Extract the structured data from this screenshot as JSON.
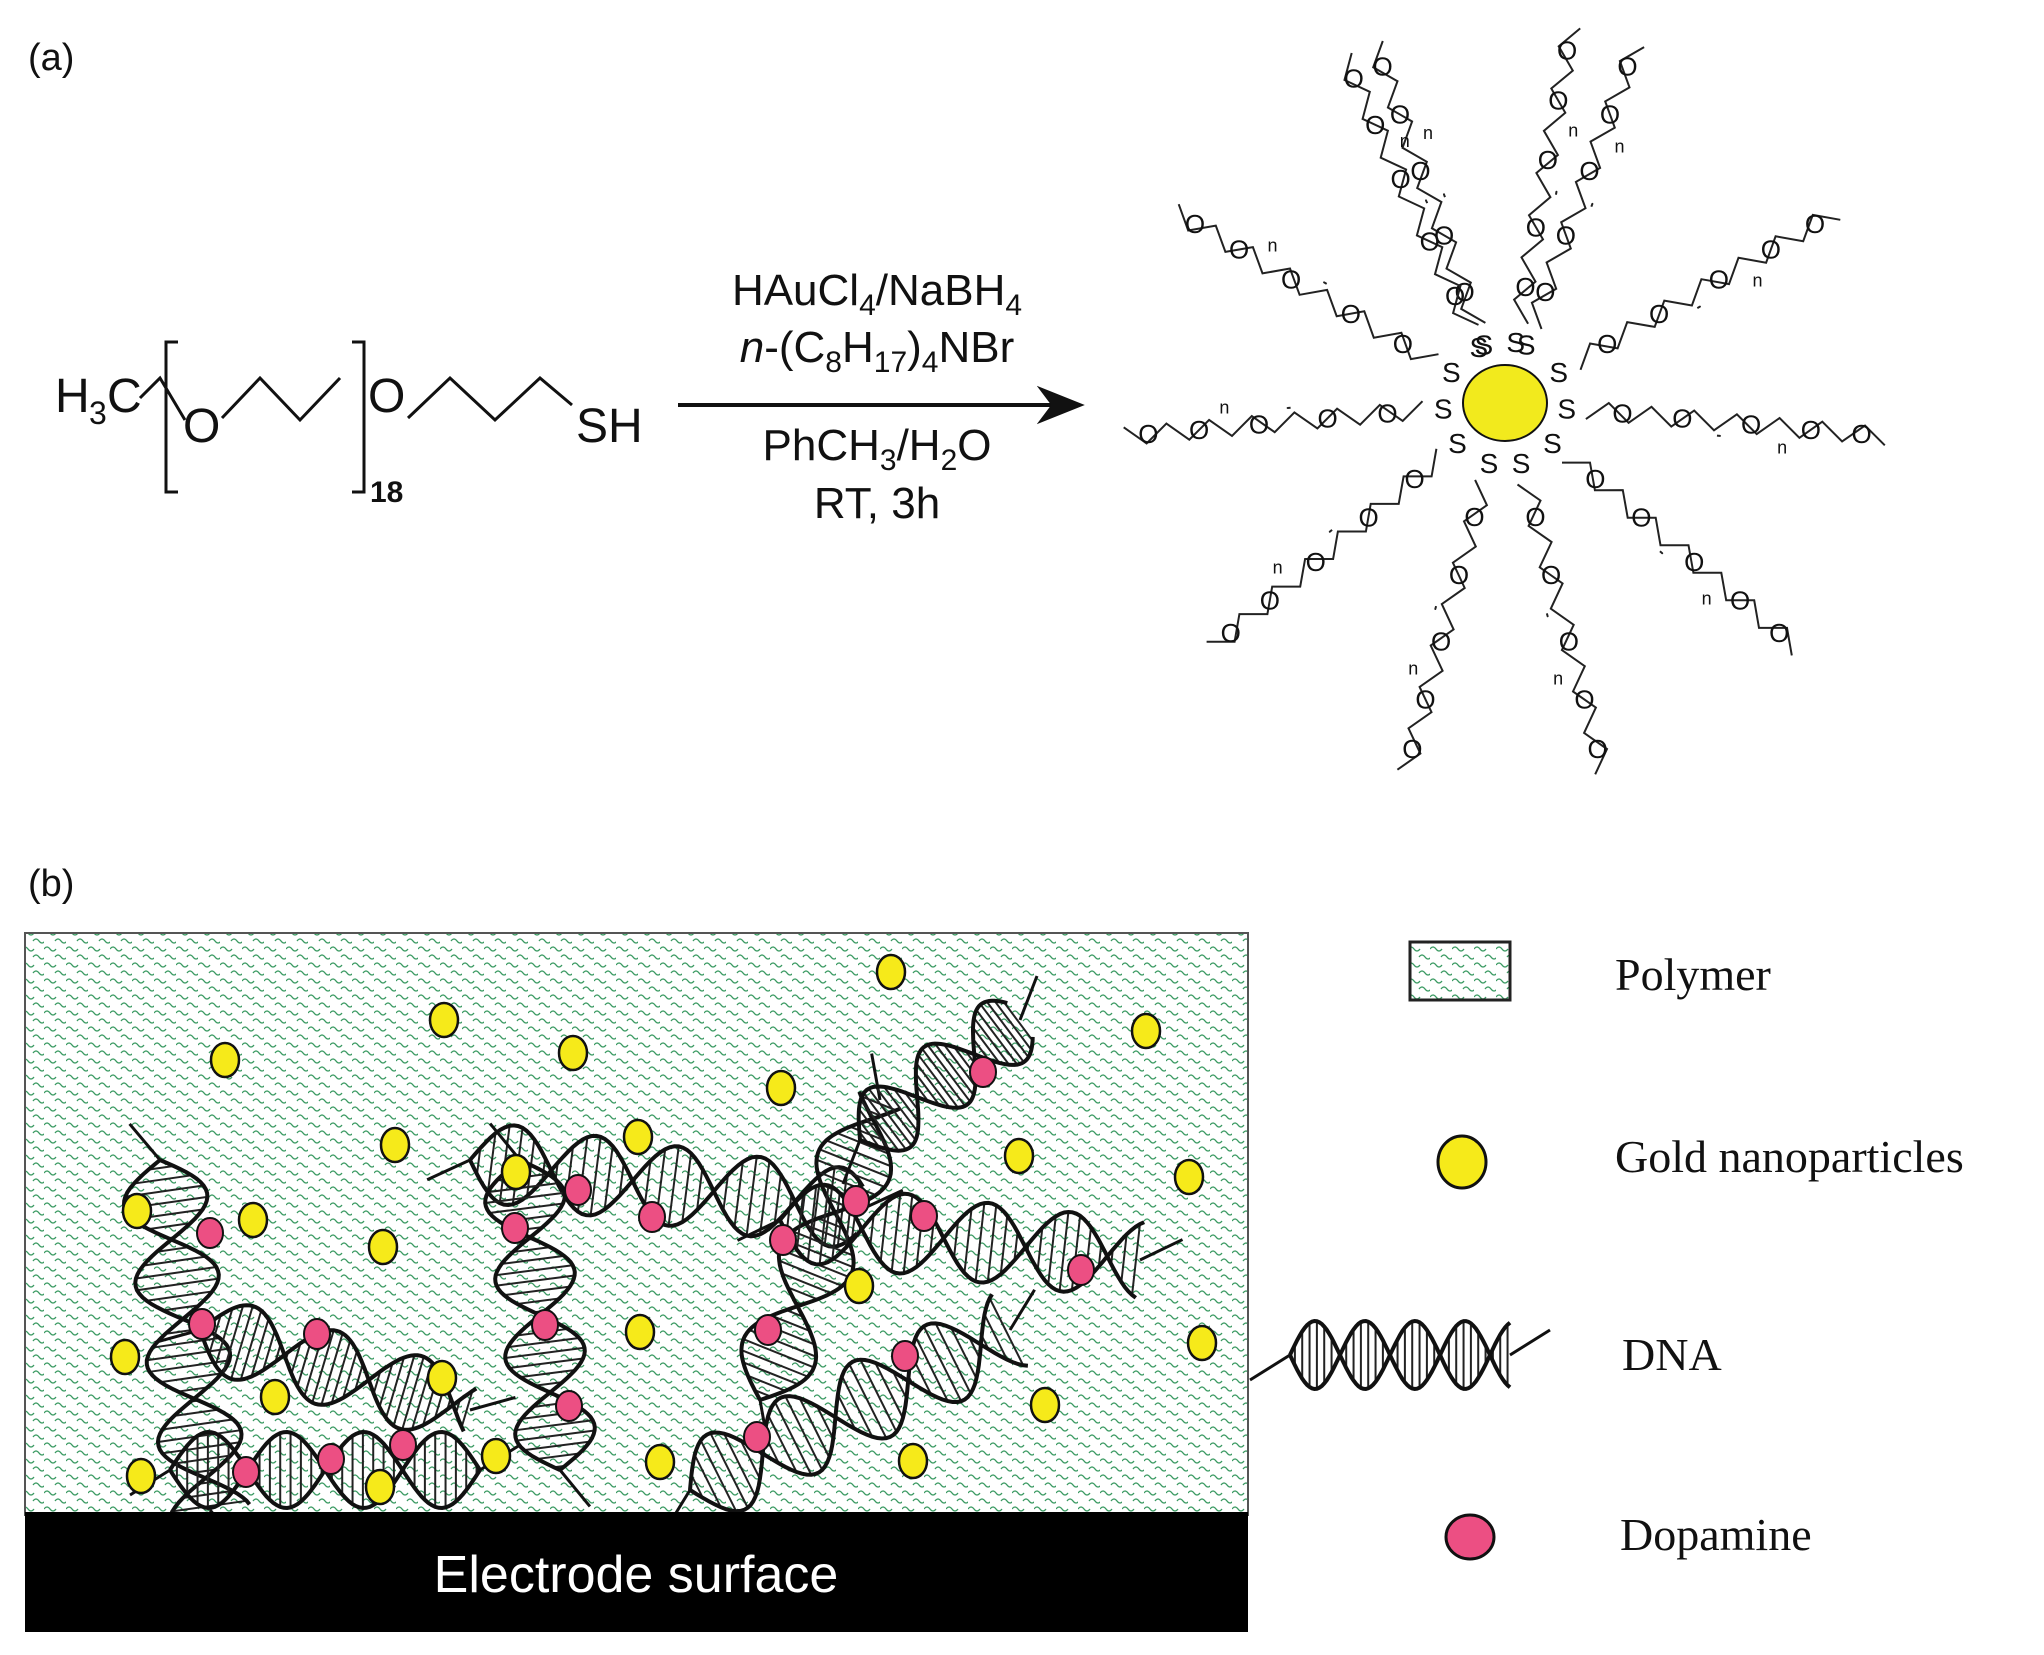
{
  "panel_a": {
    "label": "(a)",
    "reactant": {
      "h3c_main": "H",
      "h3c_sub": "3",
      "h3c_tail": "C",
      "o1": "O",
      "o2": "O",
      "sh": "SH",
      "repeat_n": "18"
    },
    "conditions": {
      "line1": [
        "HAuCl",
        "4",
        "/NaBH",
        "4"
      ],
      "line2": [
        "n",
        "-(C",
        "8",
        "H",
        "17",
        ")",
        "4",
        "NBr"
      ],
      "line3": [
        "PhCH",
        "3",
        "/H",
        "2",
        "O"
      ],
      "line4": "RT, 3h"
    },
    "product": {
      "core_color": "#F2EA1D",
      "sulfur_label": "S",
      "oxygen_label": "O",
      "repeat_label": "n"
    }
  },
  "panel_b": {
    "label": "(b)",
    "electrode_label": "Electrode surface",
    "legend": [
      {
        "key": "polymer",
        "label": "Polymer"
      },
      {
        "key": "gold",
        "label": "Gold nanoparticles"
      },
      {
        "key": "dna",
        "label": "DNA"
      },
      {
        "key": "dopamine",
        "label": "Dopamine"
      }
    ],
    "colors": {
      "gold": "#F6EA1A",
      "dopamine": "#EC4F83",
      "polymer_wave": "#2E8B57",
      "electrode": "#000000"
    }
  }
}
